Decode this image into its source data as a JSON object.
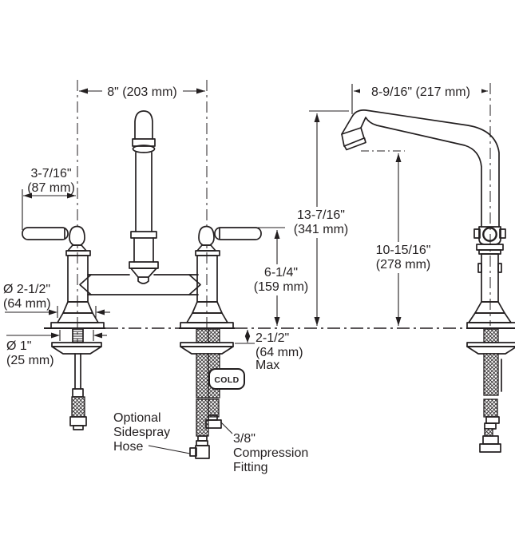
{
  "drawing": {
    "title": "bridge-kitchen-faucet-dimension-drawing",
    "ink_color": "#231f20",
    "background": "#ffffff"
  },
  "front_view": {
    "dims": {
      "spread": "8\" (203 mm)",
      "handle_reach_in": "3-7/16\"",
      "handle_reach_mm": "(87 mm)",
      "handle_height_in": "6-1/4\"",
      "handle_height_mm": "(159 mm)",
      "base_dia_in": "Ø 2-1/2\"",
      "base_dia_mm": "(64 mm)",
      "hole_dia_in": "Ø 1\"",
      "hole_dia_mm": "(25 mm)",
      "deck_max_in": "2-1/2\"",
      "deck_max_mm": "(64 mm)",
      "deck_max_note": "Max"
    },
    "labels": {
      "cold_tag": "COLD",
      "sidespray_1": "Optional",
      "sidespray_2": "Sidespray",
      "sidespray_3": "Hose",
      "fitting_1": "3/8\"",
      "fitting_2": "Compression",
      "fitting_3": "Fitting"
    }
  },
  "side_view": {
    "dims": {
      "spout_reach": "8-9/16\" (217 mm)",
      "spout_height_in": "13-7/16\"",
      "spout_height_mm": "(341 mm)",
      "outlet_height_in": "10-15/16\"",
      "outlet_height_mm": "(278 mm)"
    }
  }
}
